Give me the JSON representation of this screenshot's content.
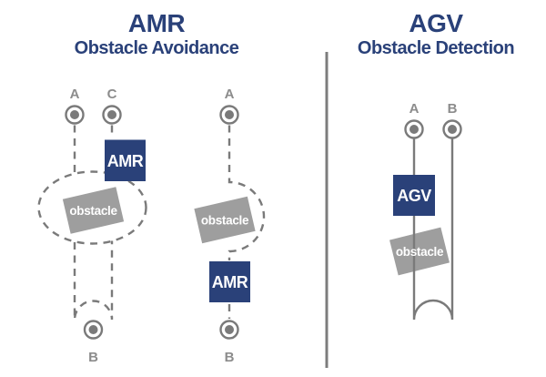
{
  "colors": {
    "navy": "#2a4179",
    "line_gray": "#7a7a7a",
    "label_gray": "#8c8c8c",
    "obstacle_gray": "#9e9e9e",
    "box_text_white": "#ffffff"
  },
  "left": {
    "title": "AMR",
    "subtitle": "Obstacle Avoidance",
    "before": {
      "point_a": "A",
      "point_c": "C",
      "point_b": "B",
      "robot": "AMR",
      "obstacle": "obstacle"
    },
    "after": {
      "point_a": "A",
      "point_b": "B",
      "robot": "AMR",
      "obstacle": "obstacle"
    }
  },
  "right": {
    "title": "AGV",
    "subtitle": "Obstacle Detection",
    "diagram": {
      "point_a": "A",
      "point_b": "B",
      "vehicle": "AGV",
      "obstacle": "obstacle"
    }
  }
}
